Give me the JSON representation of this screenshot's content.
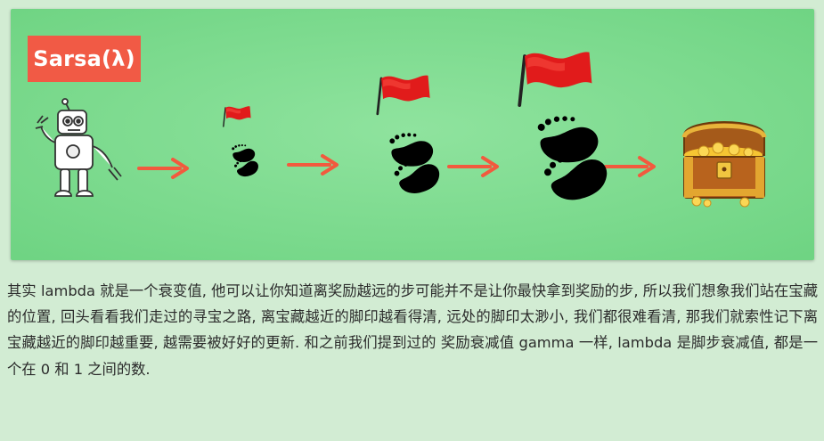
{
  "illustration": {
    "title_badge": "Sarsa(λ)",
    "background_color": "#79d98c",
    "badge_color": "#f15a45",
    "arrow_color": "#f25a3e",
    "flag_color": "#e11b1b",
    "steps": [
      {
        "name": "robot",
        "icon": "robot-icon"
      },
      {
        "name": "footprints-small",
        "icon": "footprints-icon",
        "flag": "flag-icon"
      },
      {
        "name": "footprints-medium",
        "icon": "footprints-icon",
        "flag": "flag-icon"
      },
      {
        "name": "footprints-large",
        "icon": "footprints-icon",
        "flag": "flag-icon"
      },
      {
        "name": "treasure",
        "icon": "treasure-chest-icon"
      }
    ]
  },
  "caption": {
    "text": "其实 lambda 就是一个衰变值, 他可以让你知道离奖励越远的步可能并不是让你最快拿到奖励的步, 所以我们想象我们站在宝藏的位置, 回头看看我们走过的寻宝之路, 离宝藏越近的脚印越看得清, 远处的脚印太渺小, 我们都很难看清, 那我们就索性记下离宝藏越近的脚印越重要, 越需要被好好的更新. 和之前我们提到过的 奖励衰减值 gamma 一样, lambda 是脚步衰减值, 都是一个在 0 和 1 之间的数."
  }
}
